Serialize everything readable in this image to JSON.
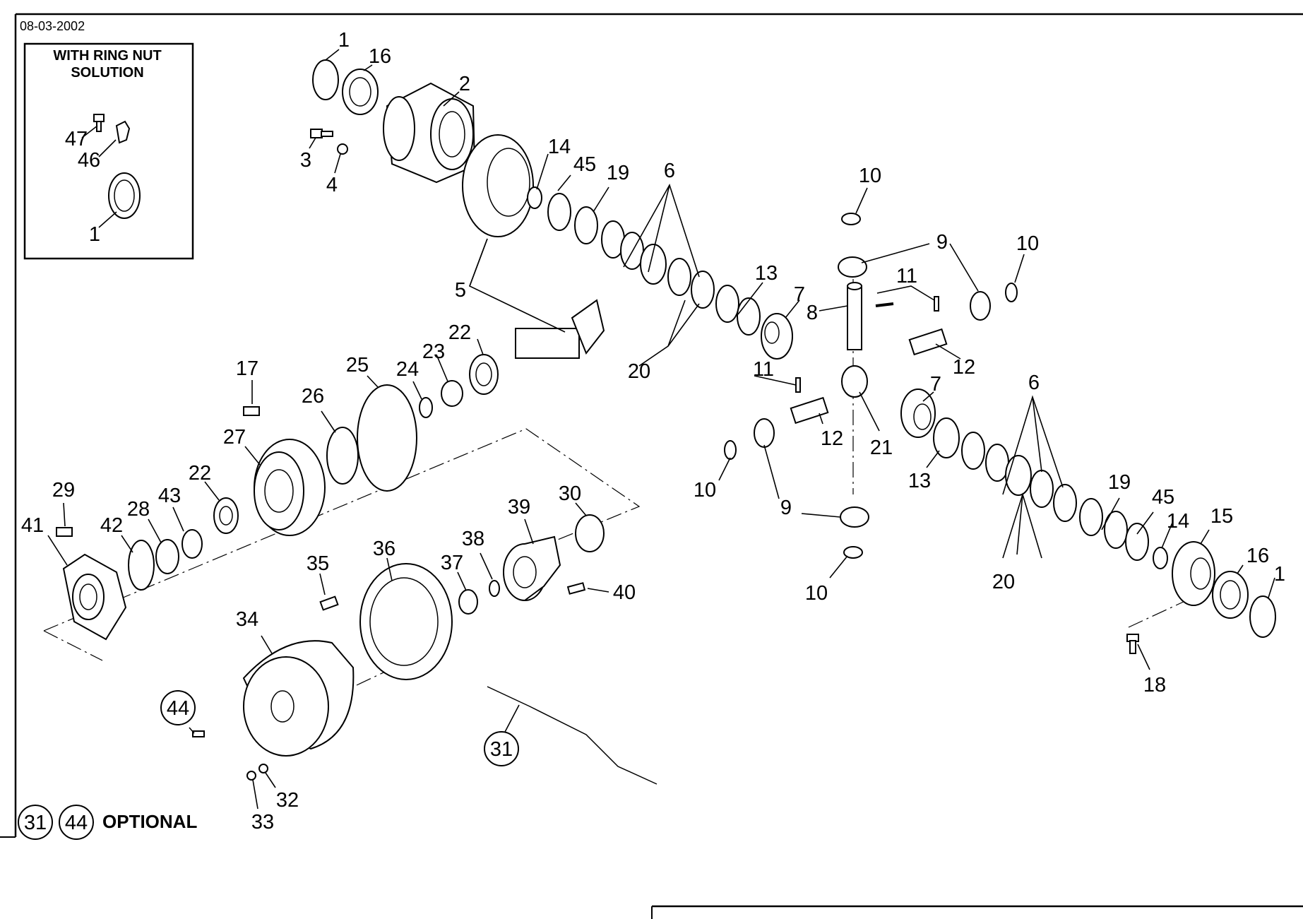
{
  "date": "08-03-2002",
  "inset": {
    "title_line1": "WITH RING NUT",
    "title_line2": "SOLUTION",
    "labels": [
      "47",
      "46",
      "1"
    ]
  },
  "optional": {
    "circled": [
      "31",
      "44"
    ],
    "text": "OPTIONAL"
  },
  "callouts": {
    "c1a": "1",
    "c16a": "16",
    "c2": "2",
    "c3": "3",
    "c4": "4",
    "c14a": "14",
    "c45a": "45",
    "c19a": "19",
    "c6a": "6",
    "c5": "5",
    "c10a": "10",
    "c9a": "9",
    "c10b": "10",
    "c11a": "11",
    "c13a": "13",
    "c7a": "7",
    "c8": "8",
    "c12a": "12",
    "c22a": "22",
    "c23": "23",
    "c24": "24",
    "c25": "25",
    "c17": "17",
    "c26": "26",
    "c20a": "20",
    "c11b": "11",
    "c12b": "12",
    "c21": "21",
    "c7b": "7",
    "c6b": "6",
    "c27": "27",
    "c13b": "13",
    "c10c": "10",
    "c9b": "9",
    "c29": "29",
    "c41": "41",
    "c42": "42",
    "c28": "28",
    "c43": "43",
    "c22b": "22",
    "c39": "39",
    "c30": "30",
    "c38": "38",
    "c37": "37",
    "c35": "35",
    "c36": "36",
    "c40": "40",
    "c19b": "19",
    "c45b": "45",
    "c14b": "14",
    "c15": "15",
    "c16b": "16",
    "c1b": "1",
    "c20b": "20",
    "c10d": "10",
    "c18": "18",
    "c34": "34",
    "c44": "44",
    "c31": "31",
    "c32": "32",
    "c33": "33"
  }
}
